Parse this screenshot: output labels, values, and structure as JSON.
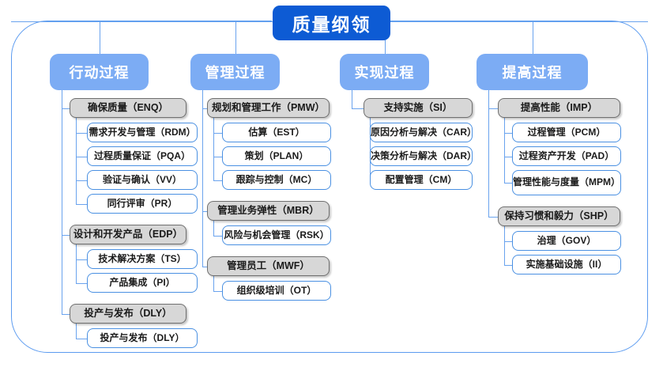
{
  "title": "质量纲领",
  "colors": {
    "title_bg": "#0d5bd4",
    "header_bg": "#7cacf4",
    "group_bg": "#d7d7d7",
    "group_border": "#6f6f6f",
    "leaf_border": "#4a90e2",
    "connector": "#6aa3ee",
    "frame": "#5b9bf0"
  },
  "columns": [
    {
      "header": "行动过程",
      "groups": [
        {
          "label": "确保质量（ENQ）",
          "items": [
            "需求开发与管理（RDM）",
            "过程质量保证（PQA）",
            "验证与确认（VV）",
            "同行评审（PR）"
          ]
        },
        {
          "label": "设计和开发产品（EDP）",
          "items": [
            "技术解决方案（TS）",
            "产品集成（PI）"
          ]
        },
        {
          "label": "投产与发布（DLY）",
          "items": [
            "投产与发布（DLY）"
          ]
        }
      ]
    },
    {
      "header": "管理过程",
      "groups": [
        {
          "label": "规划和管理工作（PMW）",
          "items": [
            "估算（EST）",
            "策划（PLAN）",
            "跟踪与控制（MC）"
          ]
        },
        {
          "label": "管理业务弹性（MBR）",
          "items": [
            "风险与机会管理（RSK）"
          ]
        },
        {
          "label": "管理员工（MWF）",
          "items": [
            "组织级培训（OT）"
          ]
        }
      ]
    },
    {
      "header": "实现过程",
      "groups": [
        {
          "label": "支持实施（SI）",
          "items": [
            "原因分析与解决（CAR）",
            "决策分析与解决（DAR）",
            "配置管理（CM）"
          ]
        }
      ]
    },
    {
      "header": "提高过程",
      "groups": [
        {
          "label": "提高性能（IMP）",
          "items": [
            "过程管理（PCM）",
            "过程资产开发（PAD）",
            "管理性能与度量（MPM）"
          ]
        },
        {
          "label": "保持习惯和毅力（SHP）",
          "items": [
            "治理（GOV）",
            "实施基础设施（II）"
          ]
        }
      ]
    }
  ]
}
